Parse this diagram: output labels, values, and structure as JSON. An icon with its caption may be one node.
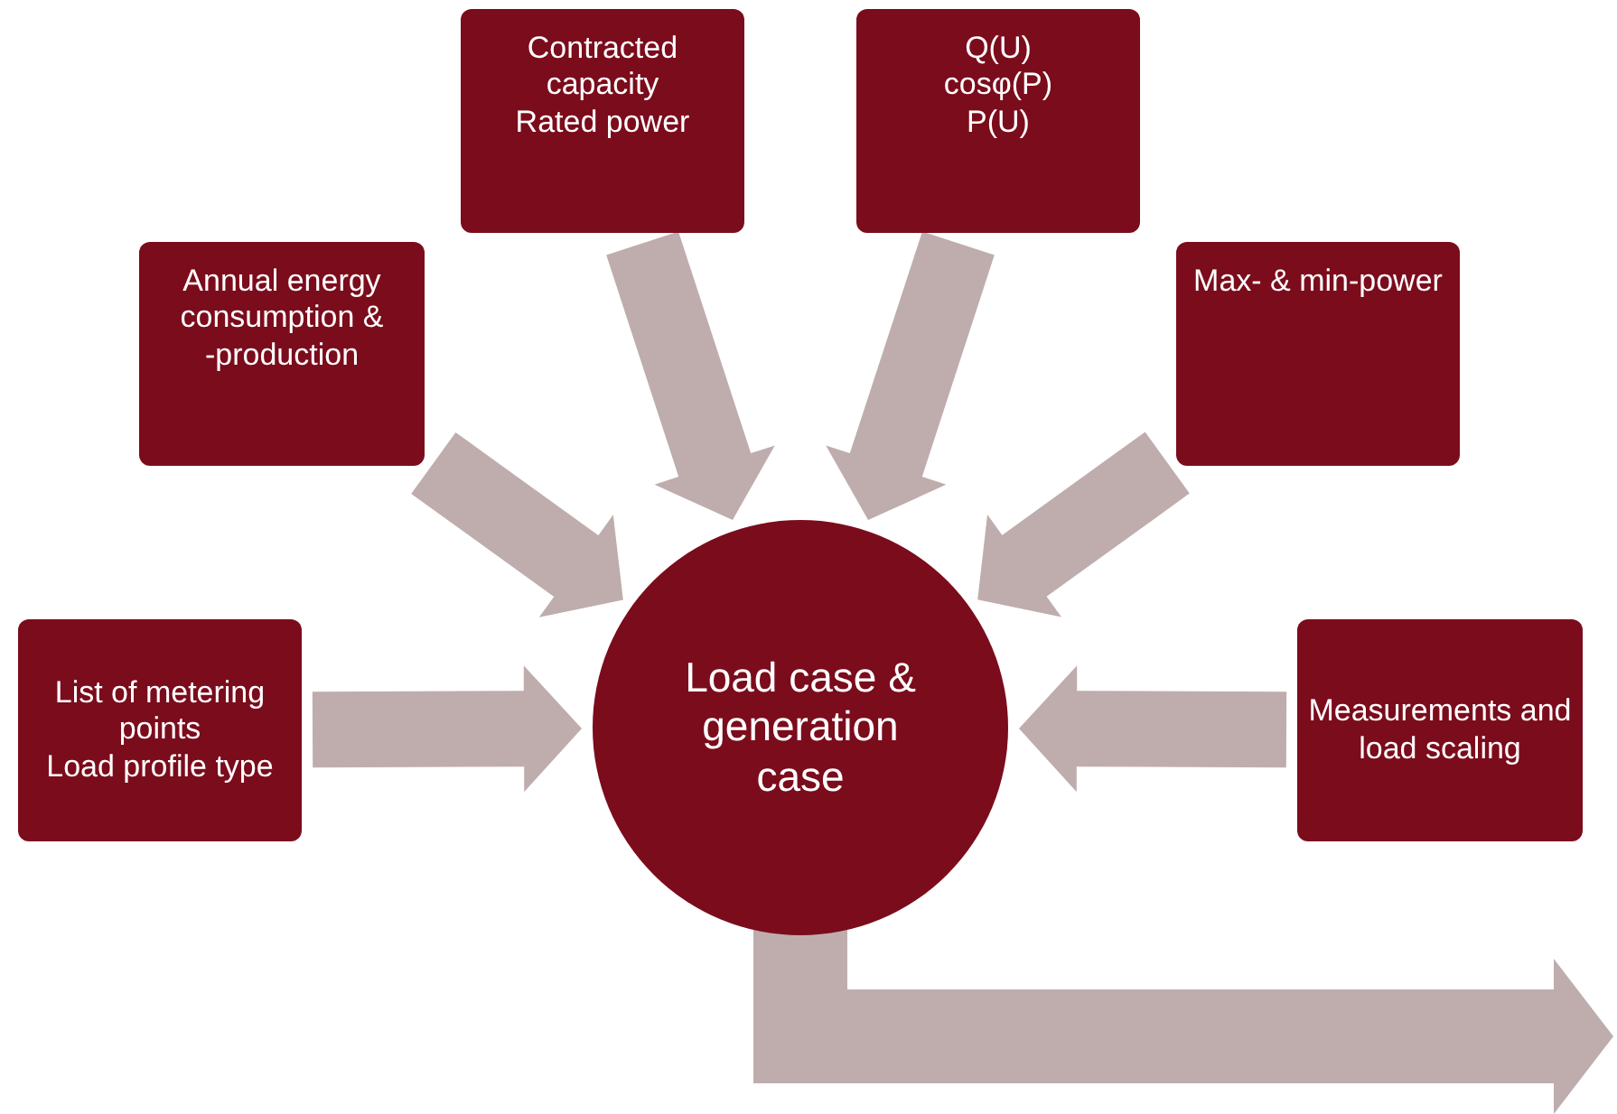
{
  "diagram": {
    "nodes": [
      {
        "text": [
          "List of metering points",
          "Load profile type"
        ]
      },
      {
        "text": [
          "Annual energy consumption & -production"
        ]
      },
      {
        "text": [
          "Contracted capacity",
          "Rated power"
        ]
      },
      {
        "text": [
          "Q(U)",
          "cosφ(P)",
          "P(U)"
        ]
      },
      {
        "text": [
          "Max- & min-power"
        ]
      },
      {
        "text": [
          "Measurements and load scaling"
        ]
      },
      {
        "text": [
          "Load case & generation case"
        ]
      }
    ],
    "edges": [
      {
        "from": 0,
        "to": 6,
        "arrow": "to"
      },
      {
        "from": 1,
        "to": 6,
        "arrow": "to"
      },
      {
        "from": 2,
        "to": 6,
        "arrow": "to"
      },
      {
        "from": 3,
        "to": 6,
        "arrow": "to"
      },
      {
        "from": 4,
        "to": 6,
        "arrow": "to"
      },
      {
        "from": 5,
        "to": 6,
        "arrow": "to"
      },
      {
        "from": 6,
        "to": null,
        "arrow": "to"
      }
    ]
  }
}
